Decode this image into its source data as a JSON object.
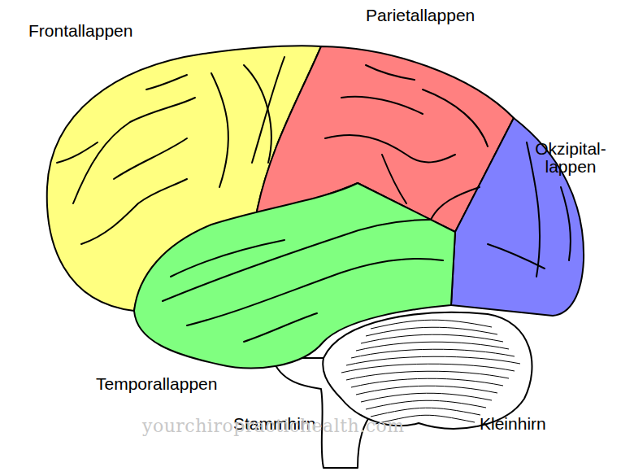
{
  "diagram": {
    "labels": [
      "Frontallappen",
      "Parietallappen",
      "Okzipital- lappen",
      "Temporallappen",
      "Stammhirn",
      "Kleinhirn",
      "yourchiropractichealth.com"
    ]
  }
}
